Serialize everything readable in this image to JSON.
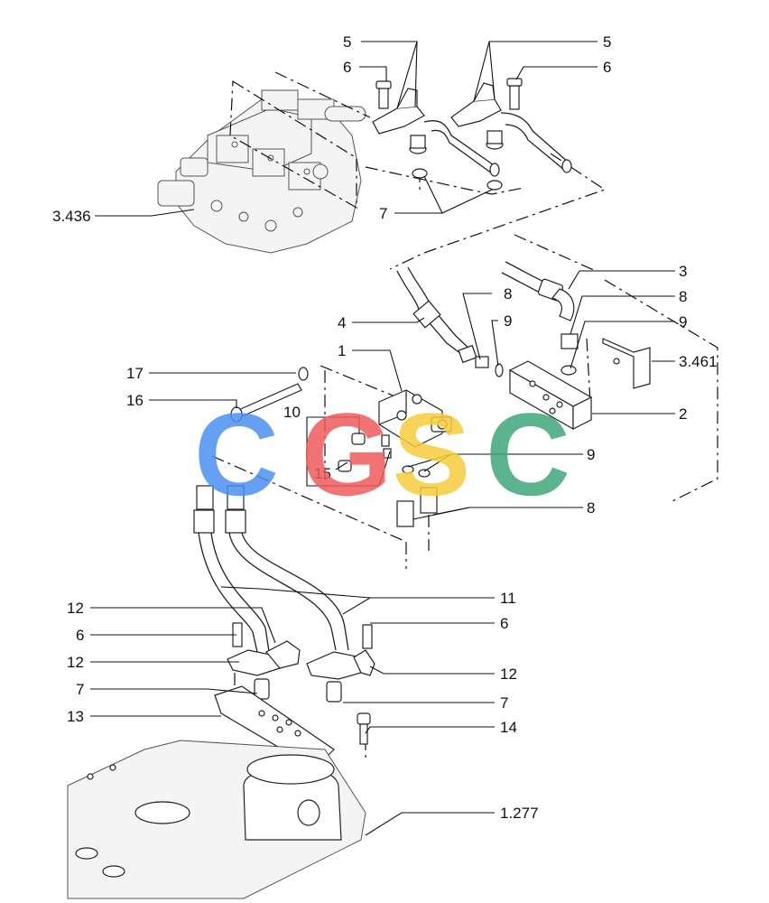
{
  "callouts": {
    "c5a": "5",
    "c5b": "5",
    "c6a": "6",
    "c6b": "6",
    "c3436": "3.436",
    "c7a": "7",
    "c3": "3",
    "c8a": "8",
    "c4": "4",
    "c9a": "9",
    "c8b": "8",
    "c9b": "9",
    "c1": "1",
    "c3461": "3.461",
    "c17": "17",
    "c16": "16",
    "c10": "10",
    "c2": "2",
    "c15": "15",
    "c9c": "9",
    "c8c": "8",
    "c11": "11",
    "c12a": "12",
    "c6c": "6",
    "c6d": "6",
    "c12b": "12",
    "c12c": "12",
    "c7b": "7",
    "c7c": "7",
    "c13": "13",
    "c14": "14",
    "c1277": "1.277"
  },
  "watermark": {
    "letters": [
      "C",
      "G",
      "S",
      "C"
    ],
    "colors": [
      "#4a8ff0",
      "#ee5a5a",
      "#f6cc3c",
      "#3fa77a"
    ]
  }
}
